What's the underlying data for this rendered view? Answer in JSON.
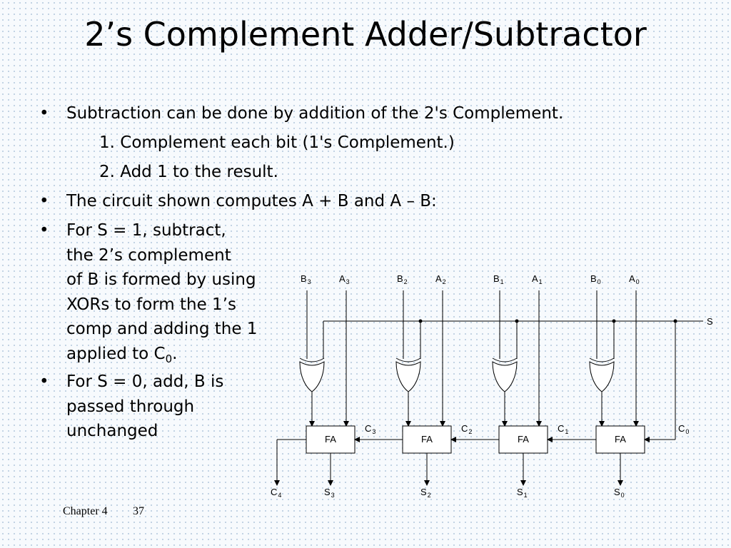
{
  "slide": {
    "title": "2’s Complement Adder/Subtractor",
    "bullets": [
      {
        "text": "Subtraction can be done by addition of the 2's Complement."
      },
      {
        "text": "The circuit shown computes A + B and A  – B:"
      },
      {
        "lines": [
          "For S = 1, subtract,",
          "the 2’s complement",
          "of B is formed by using",
          "XORs to form the 1’s",
          "comp and adding the 1"
        ],
        "last_line": "applied to C",
        "last_sub": "0",
        "last_suffix": "."
      },
      {
        "lines": [
          "For S = 0, add, B is",
          "passed through",
          "unchanged"
        ]
      }
    ],
    "steps": [
      "1. Complement each bit (1's Complement.)",
      "2. Add 1 to the result."
    ],
    "bullet_symbol": "•"
  },
  "diagram": {
    "stages": [
      {
        "b": "B",
        "b_sub": "3",
        "a": "A",
        "a_sub": "3",
        "fa": "FA",
        "s": "S",
        "s_sub": "3"
      },
      {
        "b": "B",
        "b_sub": "2",
        "a": "A",
        "a_sub": "2",
        "fa": "FA",
        "s": "S",
        "s_sub": "2"
      },
      {
        "b": "B",
        "b_sub": "1",
        "a": "A",
        "a_sub": "1",
        "fa": "FA",
        "s": "S",
        "s_sub": "1"
      },
      {
        "b": "B",
        "b_sub": "0",
        "a": "A",
        "a_sub": "0",
        "fa": "FA",
        "s": "S",
        "s_sub": "0"
      }
    ],
    "carries": [
      {
        "c": "C",
        "sub": "3"
      },
      {
        "c": "C",
        "sub": "2"
      },
      {
        "c": "C",
        "sub": "1"
      },
      {
        "c": "C",
        "sub": "0"
      }
    ],
    "carry_out": {
      "c": "C",
      "sub": "4"
    },
    "control": "S"
  },
  "footer": {
    "chapter": "Chapter 4",
    "page": "37"
  }
}
